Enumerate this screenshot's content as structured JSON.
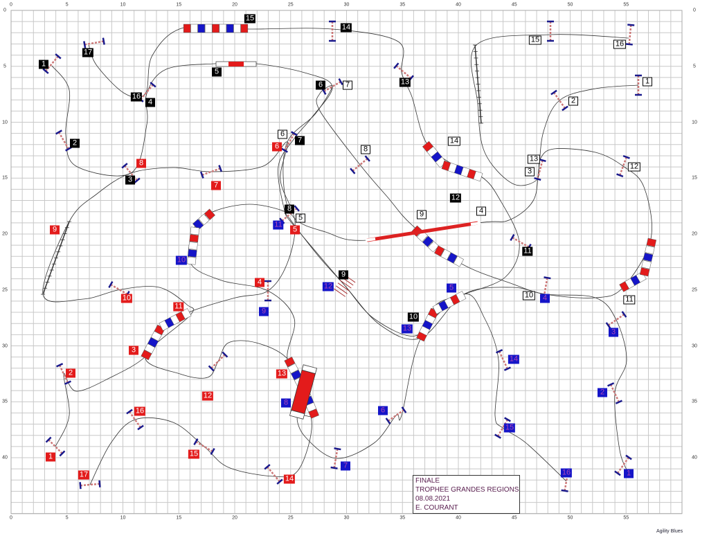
{
  "title_box": {
    "lines": [
      "FINALE",
      "TROPHEE GRANDES REGIONS",
      "08.08.2021",
      "E. COURANT"
    ]
  },
  "credit": "Agility Blues",
  "axes": {
    "x_ticks": [
      "0",
      "5",
      "10",
      "15",
      "20",
      "25",
      "30",
      "35",
      "40",
      "45",
      "50",
      "55"
    ],
    "y_ticks": [
      "0",
      "5",
      "10",
      "15",
      "20",
      "25",
      "30",
      "35",
      "40"
    ]
  },
  "colors": {
    "grid": "#c8c8c8",
    "tunnel_red": "#e31b1b",
    "tunnel_blue": "#1515c8",
    "jump_bar": "#1a1a8c",
    "path": "#333333"
  },
  "courses": [
    {
      "name": "black",
      "numbers": [
        "1",
        "2",
        "3",
        "4",
        "5",
        "6",
        "7",
        "8",
        "9",
        "10",
        "11",
        "12",
        "13",
        "14",
        "15",
        "16",
        "17"
      ]
    },
    {
      "name": "white",
      "numbers": [
        "1",
        "2",
        "3",
        "4",
        "5",
        "6",
        "7",
        "8",
        "9",
        "10",
        "11",
        "12",
        "13",
        "14",
        "15",
        "16"
      ]
    },
    {
      "name": "red",
      "numbers": [
        "1",
        "2",
        "3",
        "4",
        "5",
        "6",
        "7",
        "8",
        "9",
        "10",
        "11",
        "12",
        "13",
        "14",
        "15",
        "16",
        "17"
      ]
    },
    {
      "name": "blue",
      "numbers": [
        "1",
        "2",
        "3",
        "4",
        "5",
        "6",
        "7",
        "8",
        "9",
        "10",
        "11",
        "12",
        "13",
        "14",
        "15",
        "16"
      ]
    }
  ]
}
